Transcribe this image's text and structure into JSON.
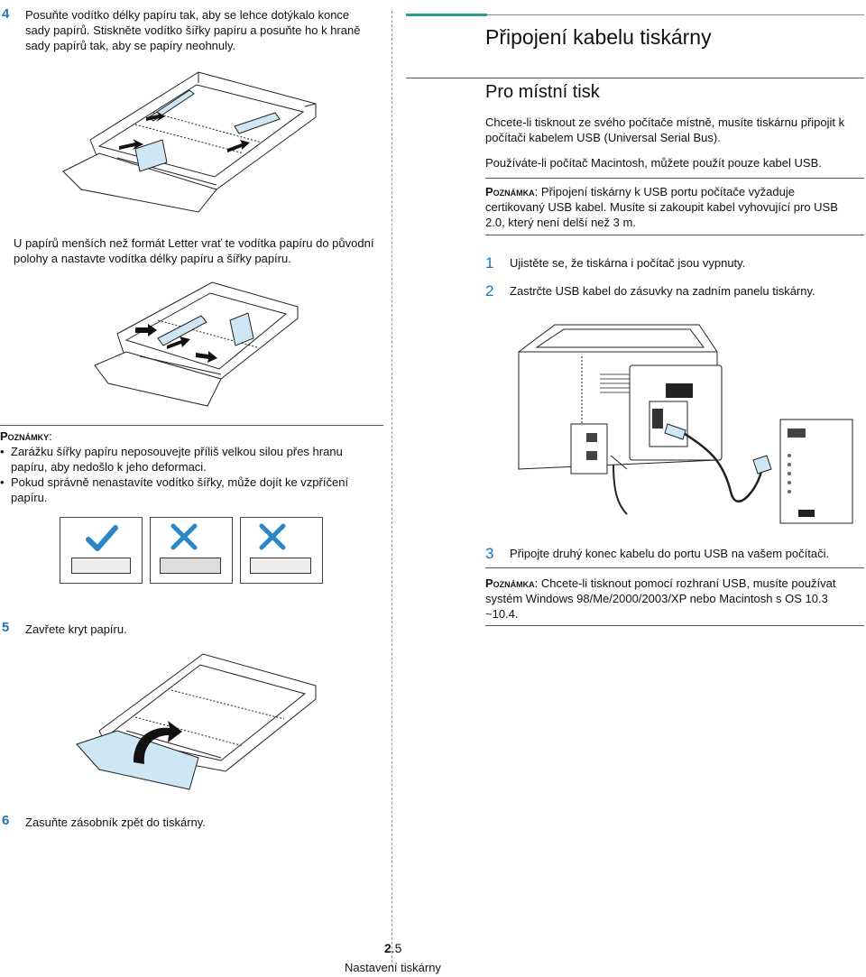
{
  "left": {
    "step4": {
      "num": "4",
      "text": "Posuňte vodítko délky papíru tak, aby se lehce dotýkalo konce sady papírů. Stiskněte vodítko šířky papíru a posuňte ho k hraně sady papírů tak, aby se papíry neohnuly."
    },
    "small_paper_text": "U papírů menších než formát Letter vrať te vodítka papíru do původní polohy a nastavte vodítka délky papíru a šířky papíru.",
    "notes": {
      "heading": "Poznámky",
      "colon": ":",
      "items": [
        "Zarážku šířky papíru neposouvejte příliš velkou silou přes hranu papíru, aby nedošlo k jeho deformaci.",
        "Pokud správně nenastavíte vodítko šířky, může dojít ke vzpříčení papíru."
      ]
    },
    "step5": {
      "num": "5",
      "text": "Zavřete kryt papíru."
    },
    "step6": {
      "num": "6",
      "text": "Zasuňte zásobník zpět do tiskárny."
    }
  },
  "right": {
    "title": "Připojení kabelu tiskárny",
    "subtitle": "Pro místní tisk",
    "para1": "Chcete-li tisknout ze svého počítače místně, musíte tiskárnu připojit k počítači kabelem USB (Universal Serial Bus).",
    "para2": "Používáte-li počítač Macintosh, můžete použít pouze kabel USB.",
    "note1": {
      "label": "Poznámka",
      "text": ": Připojení tiskárny k USB portu počítače vyžaduje certikovaný USB kabel. Musíte si zakoupit kabel vyhovující pro USB 2.0, který není delší než 3 m."
    },
    "step1": {
      "num": "1",
      "text": "Ujistěte se, že tiskárna i počítač jsou vypnuty."
    },
    "step2": {
      "num": "2",
      "text": "Zastrčte USB kabel do zásuvky na zadním panelu tiskárny."
    },
    "step3": {
      "num": "3",
      "text": "Připojte druhý konec kabelu do portu USB na vašem počítači."
    },
    "note2": {
      "label": "Poznámka",
      "text": ": Chcete-li tisknout pomocí rozhraní USB, musíte používat systém Windows 98/Me/2000/2003/XP nebo Macintosh s OS 10.3 ~10.4."
    }
  },
  "footer": {
    "page_bold": "2",
    "page_rest": ".5",
    "section": "Nastavení tiskárny"
  },
  "icons": {
    "check": "check-icon",
    "cross": "cross-icon",
    "arrow": "arrow-icon"
  },
  "colors": {
    "accent_blue": "#1f73b7",
    "title_bar": "#2a9d8f",
    "highlight_blue": "#cfe6f5",
    "check_blue": "#2b86c5"
  }
}
